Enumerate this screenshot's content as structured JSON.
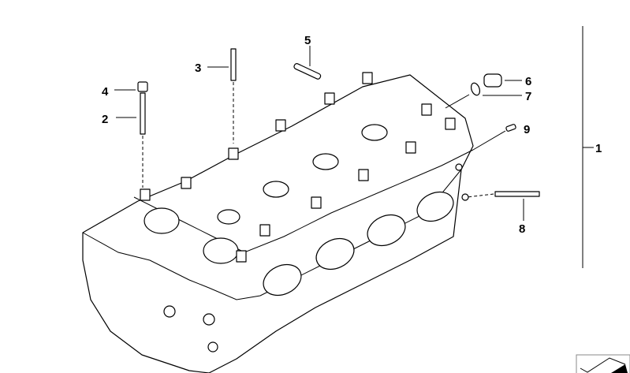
{
  "diagram": {
    "callouts": [
      {
        "id": "1",
        "label": "1"
      },
      {
        "id": "2",
        "label": "2"
      },
      {
        "id": "3",
        "label": "3"
      },
      {
        "id": "4",
        "label": "4"
      },
      {
        "id": "5",
        "label": "5"
      },
      {
        "id": "6",
        "label": "6"
      },
      {
        "id": "7",
        "label": "7"
      },
      {
        "id": "8",
        "label": "8"
      },
      {
        "id": "9",
        "label": "9"
      }
    ],
    "icons": [
      "cylinder-head-drawing",
      "catalog-navigation-icon"
    ]
  }
}
